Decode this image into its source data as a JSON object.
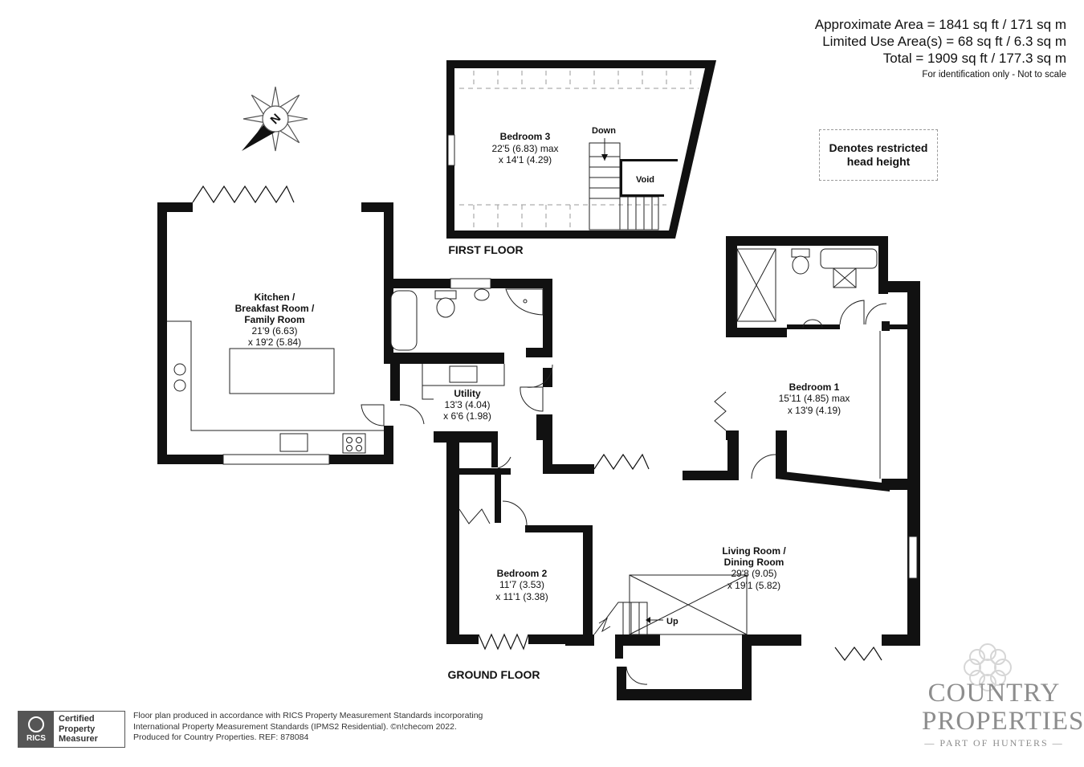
{
  "area": {
    "approx": "Approximate Area = 1841 sq ft / 171 sq m",
    "limited": "Limited Use Area(s) = 68 sq ft / 6.3 sq m",
    "total": "Total = 1909 sq ft / 177.3 sq m",
    "note": "For identification only - Not to scale"
  },
  "legend": {
    "text": "Denotes restricted head height"
  },
  "compass": {
    "letter": "N",
    "icon": "north-arrow-compass-icon"
  },
  "floors": {
    "first": "FIRST FLOOR",
    "ground": "GROUND FLOOR"
  },
  "rooms": {
    "bedroom3": {
      "name": "Bedroom 3",
      "dim1": "22'5 (6.83) max",
      "dim2": "x 14'1 (4.29)"
    },
    "void": {
      "name": "Void"
    },
    "stairs_down": {
      "name": "Down"
    },
    "kitchen": {
      "name1": "Kitchen /",
      "name2": "Breakfast Room /",
      "name3": "Family Room",
      "dim1": "21'9 (6.63)",
      "dim2": "x 19'2 (5.84)"
    },
    "utility": {
      "name": "Utility",
      "dim1": "13'3 (4.04)",
      "dim2": "x 6'6 (1.98)"
    },
    "bedroom1": {
      "name": "Bedroom 1",
      "dim1": "15'11 (4.85) max",
      "dim2": "x 13'9 (4.19)"
    },
    "bedroom2": {
      "name": "Bedroom 2",
      "dim1": "11'7 (3.53)",
      "dim2": "x 11'1 (3.38)"
    },
    "living": {
      "name1": "Living Room /",
      "name2": "Dining Room",
      "dim1": "29'8 (9.05)",
      "dim2": "x 19'1 (5.82)"
    },
    "stairs_up": {
      "name": "Up"
    }
  },
  "footer": {
    "badge_top": "Certified",
    "badge_mid": "Property",
    "badge_bot": "Measurer",
    "badge_logo": "RICS",
    "line1": "Floor plan produced in accordance with RICS Property Measurement Standards incorporating",
    "line2": "International Property Measurement Standards (IPMS2 Residential).   ©n!checom 2022.",
    "line3": "Produced for Country Properties.   REF: 878084"
  },
  "brand": {
    "line1": "COUNTRY",
    "line2": "PROPERTIES",
    "line3": "— PART OF HUNTERS —"
  }
}
